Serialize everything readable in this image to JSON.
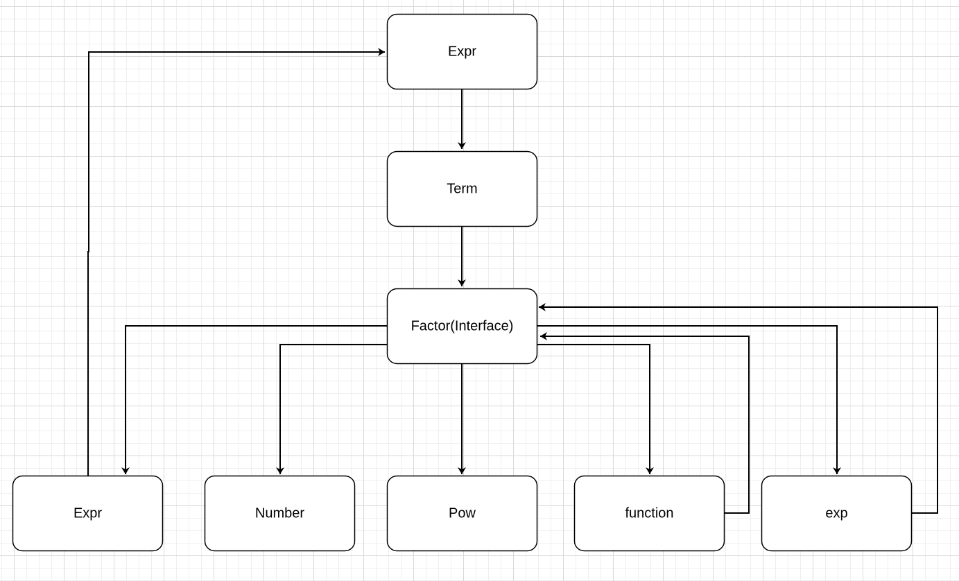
{
  "nodes": {
    "expr_top": "Expr",
    "term": "Term",
    "factor": "Factor(Interface)",
    "expr_bottom": "Expr",
    "number": "Number",
    "pow": "Pow",
    "function": "function",
    "exp": "exp"
  },
  "edges": [
    {
      "from": "expr_top",
      "to": "term"
    },
    {
      "from": "term",
      "to": "factor"
    },
    {
      "from": "factor",
      "to": "expr_bottom"
    },
    {
      "from": "factor",
      "to": "number"
    },
    {
      "from": "factor",
      "to": "pow"
    },
    {
      "from": "factor",
      "to": "function"
    },
    {
      "from": "factor",
      "to": "exp"
    },
    {
      "from": "expr_bottom",
      "to": "expr_top"
    },
    {
      "from": "function",
      "to": "factor"
    },
    {
      "from": "exp",
      "to": "factor"
    }
  ],
  "colors": {
    "stroke": "#000000",
    "node_fill": "#ffffff",
    "grid": "#d9d9d9"
  }
}
